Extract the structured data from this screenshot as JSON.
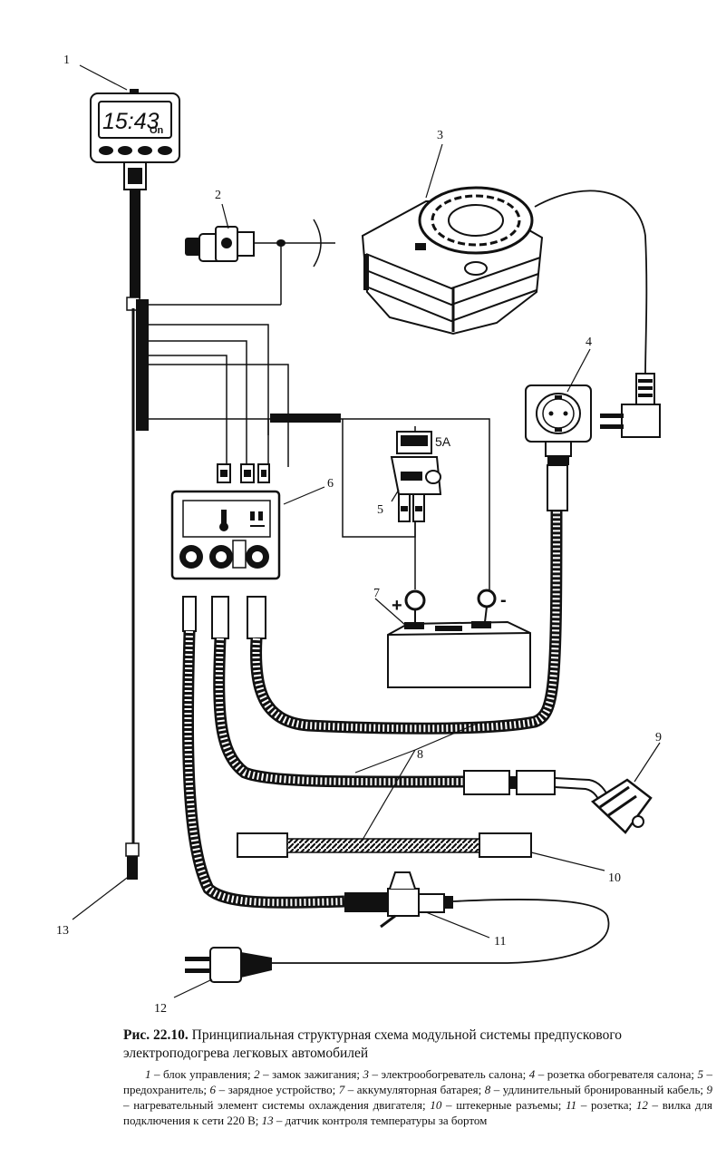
{
  "labels": {
    "n1": "1",
    "n2": "2",
    "n3": "3",
    "n4": "4",
    "n5": "5",
    "n6": "6",
    "n7": "7",
    "n8": "8",
    "n9": "9",
    "n10": "10",
    "n11": "11",
    "n12": "12",
    "n13": "13",
    "fuse_rating": "5A",
    "display_time": "15:43",
    "display_mode": "On",
    "plus": "+",
    "minus": "-"
  },
  "caption": {
    "fig_no": "Рис. 22.10.",
    "title": "Принципиальная структурная схема модульной системы предпускового электроподогрева легковых автомобилей",
    "legend": [
      {
        "n": "1",
        "t": " – блок управления; "
      },
      {
        "n": "2",
        "t": " – замок зажигания; "
      },
      {
        "n": "3",
        "t": " – электрообогреватель салона; "
      },
      {
        "n": "4",
        "t": " – розетка обогревателя салона; "
      },
      {
        "n": "5",
        "t": " – предохранитель; "
      },
      {
        "n": "6",
        "t": " – зарядное устройство; "
      },
      {
        "n": "7",
        "t": " – аккумуляторная батарея; "
      },
      {
        "n": "8",
        "t": " – удлинительный бронированный кабель; "
      },
      {
        "n": "9",
        "t": " – нагревательный элемент системы охлаждения двигателя; "
      },
      {
        "n": "10",
        "t": " – штекерные разъемы; "
      },
      {
        "n": "11",
        "t": " – розетка; "
      },
      {
        "n": "12",
        "t": " – вилка для подключения к сети 220 В; "
      },
      {
        "n": "13",
        "t": " – датчик контроля температуры за бортом"
      }
    ]
  }
}
